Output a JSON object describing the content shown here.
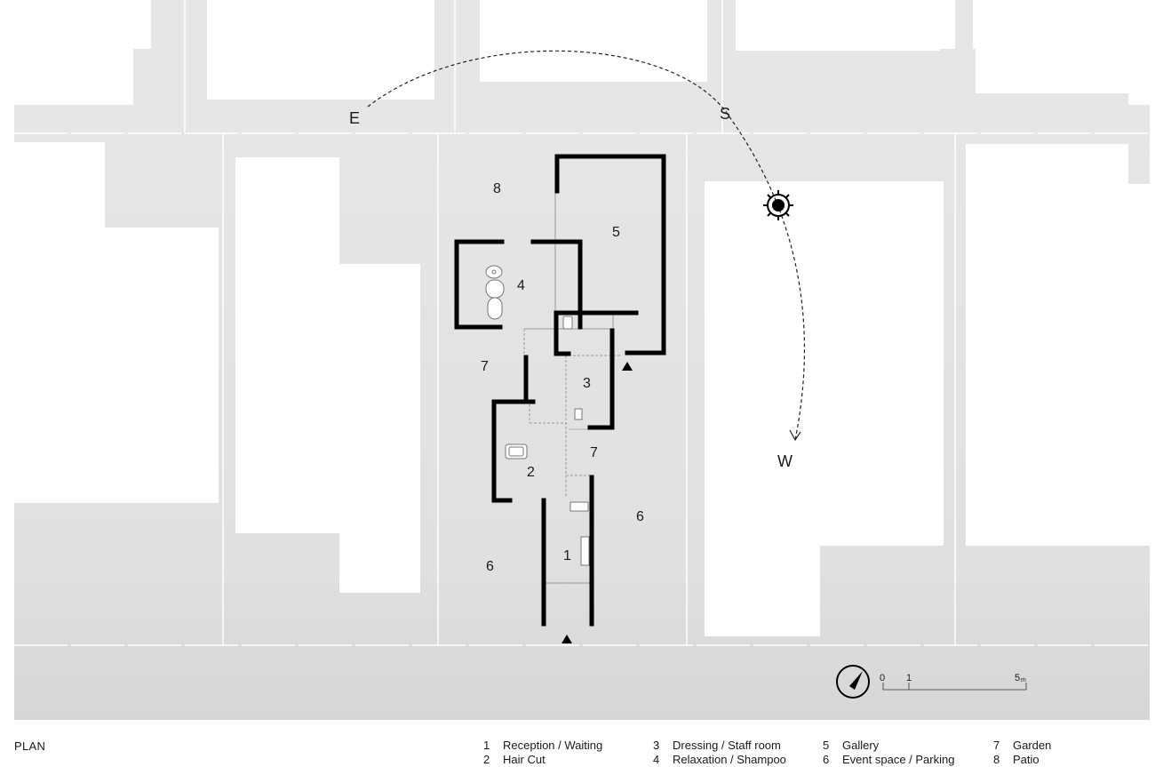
{
  "title": "PLAN",
  "room_labels": {
    "r1": "1",
    "r2": "2",
    "r3": "3",
    "r4": "4",
    "r5": "5",
    "r6a": "6",
    "r6b": "6",
    "r7a": "7",
    "r7b": "7",
    "r8": "8"
  },
  "sun_path": {
    "east": "E",
    "south": "S",
    "west": "W"
  },
  "scale_bar": {
    "zero": "0",
    "one": "1",
    "five": "5",
    "unit": "m"
  },
  "legend": [
    {
      "num": "1",
      "label": "Reception / Waiting"
    },
    {
      "num": "2",
      "label": "Hair Cut"
    },
    {
      "num": "3",
      "label": "Dressing / Staff room"
    },
    {
      "num": "4",
      "label": "Relaxation / Shampoo"
    },
    {
      "num": "5",
      "label": "Gallery"
    },
    {
      "num": "6",
      "label": "Event space / Parking"
    },
    {
      "num": "7",
      "label": "Garden"
    },
    {
      "num": "8",
      "label": "Patio"
    }
  ],
  "colors": {
    "ground": "#e4e4e4",
    "block": "#ffffff",
    "wall": "#000000",
    "text": "#1a1a1a"
  }
}
